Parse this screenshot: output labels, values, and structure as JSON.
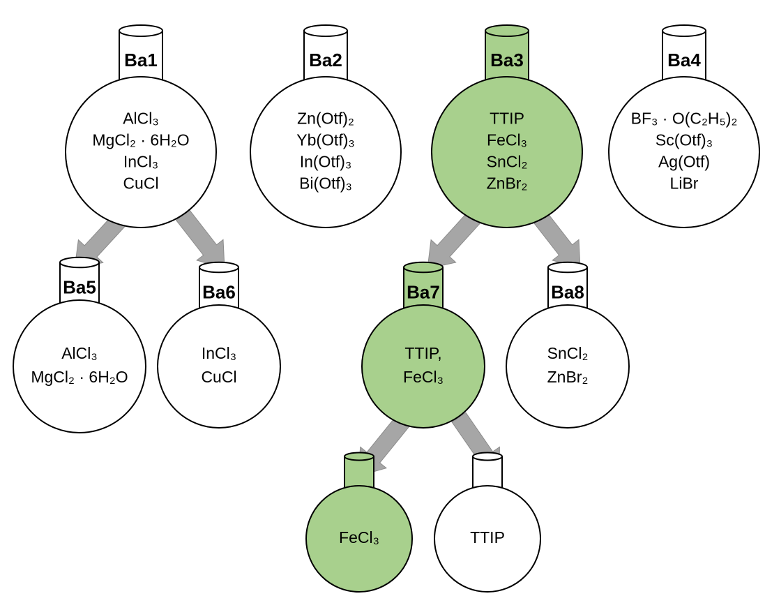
{
  "colors": {
    "highlight_fill": "#a8d08d",
    "plain_fill": "#ffffff",
    "stroke": "#000000",
    "arrow": "#a6a6a6"
  },
  "flasks": {
    "ba1": {
      "label": "Ba1",
      "highlighted": false,
      "reagents": [
        "AlCl₃",
        "MgCl₂ · 6H₂O",
        "InCl₃",
        "CuCl"
      ]
    },
    "ba2": {
      "label": "Ba2",
      "highlighted": false,
      "reagents": [
        "Zn(Otf)₂",
        "Yb(Otf)₃",
        "In(Otf)₃",
        "Bi(Otf)₃"
      ]
    },
    "ba3": {
      "label": "Ba3",
      "highlighted": true,
      "reagents": [
        "TTIP",
        "FeCl₃",
        "SnCl₂",
        "ZnBr₂"
      ]
    },
    "ba4": {
      "label": "Ba4",
      "highlighted": false,
      "reagents": [
        "BF₃ · O(C₂H₅)₂",
        "Sc(Otf)₃",
        "Ag(Otf)",
        "LiBr"
      ]
    },
    "ba5": {
      "label": "Ba5",
      "highlighted": false,
      "reagents": [
        "AlCl₃",
        "MgCl₂ · 6H₂O"
      ]
    },
    "ba6": {
      "label": "Ba6",
      "highlighted": false,
      "reagents": [
        "InCl₃",
        "CuCl"
      ]
    },
    "ba7": {
      "label": "Ba7",
      "highlighted": true,
      "reagents": [
        "TTIP,",
        "FeCl₃"
      ]
    },
    "ba8": {
      "label": "Ba8",
      "highlighted": false,
      "reagents": [
        "SnCl₂",
        "ZnBr₂"
      ]
    },
    "fecl3": {
      "label": "",
      "highlighted": true,
      "reagents": [
        "FeCl₃"
      ]
    },
    "ttip": {
      "label": "",
      "highlighted": false,
      "reagents": [
        "TTIP"
      ]
    }
  },
  "arrows": [
    {
      "from": "ba1",
      "to": "ba5"
    },
    {
      "from": "ba1",
      "to": "ba6"
    },
    {
      "from": "ba3",
      "to": "ba7"
    },
    {
      "from": "ba3",
      "to": "ba8"
    },
    {
      "from": "ba7",
      "to": "fecl3"
    },
    {
      "from": "ba7",
      "to": "ttip"
    }
  ]
}
